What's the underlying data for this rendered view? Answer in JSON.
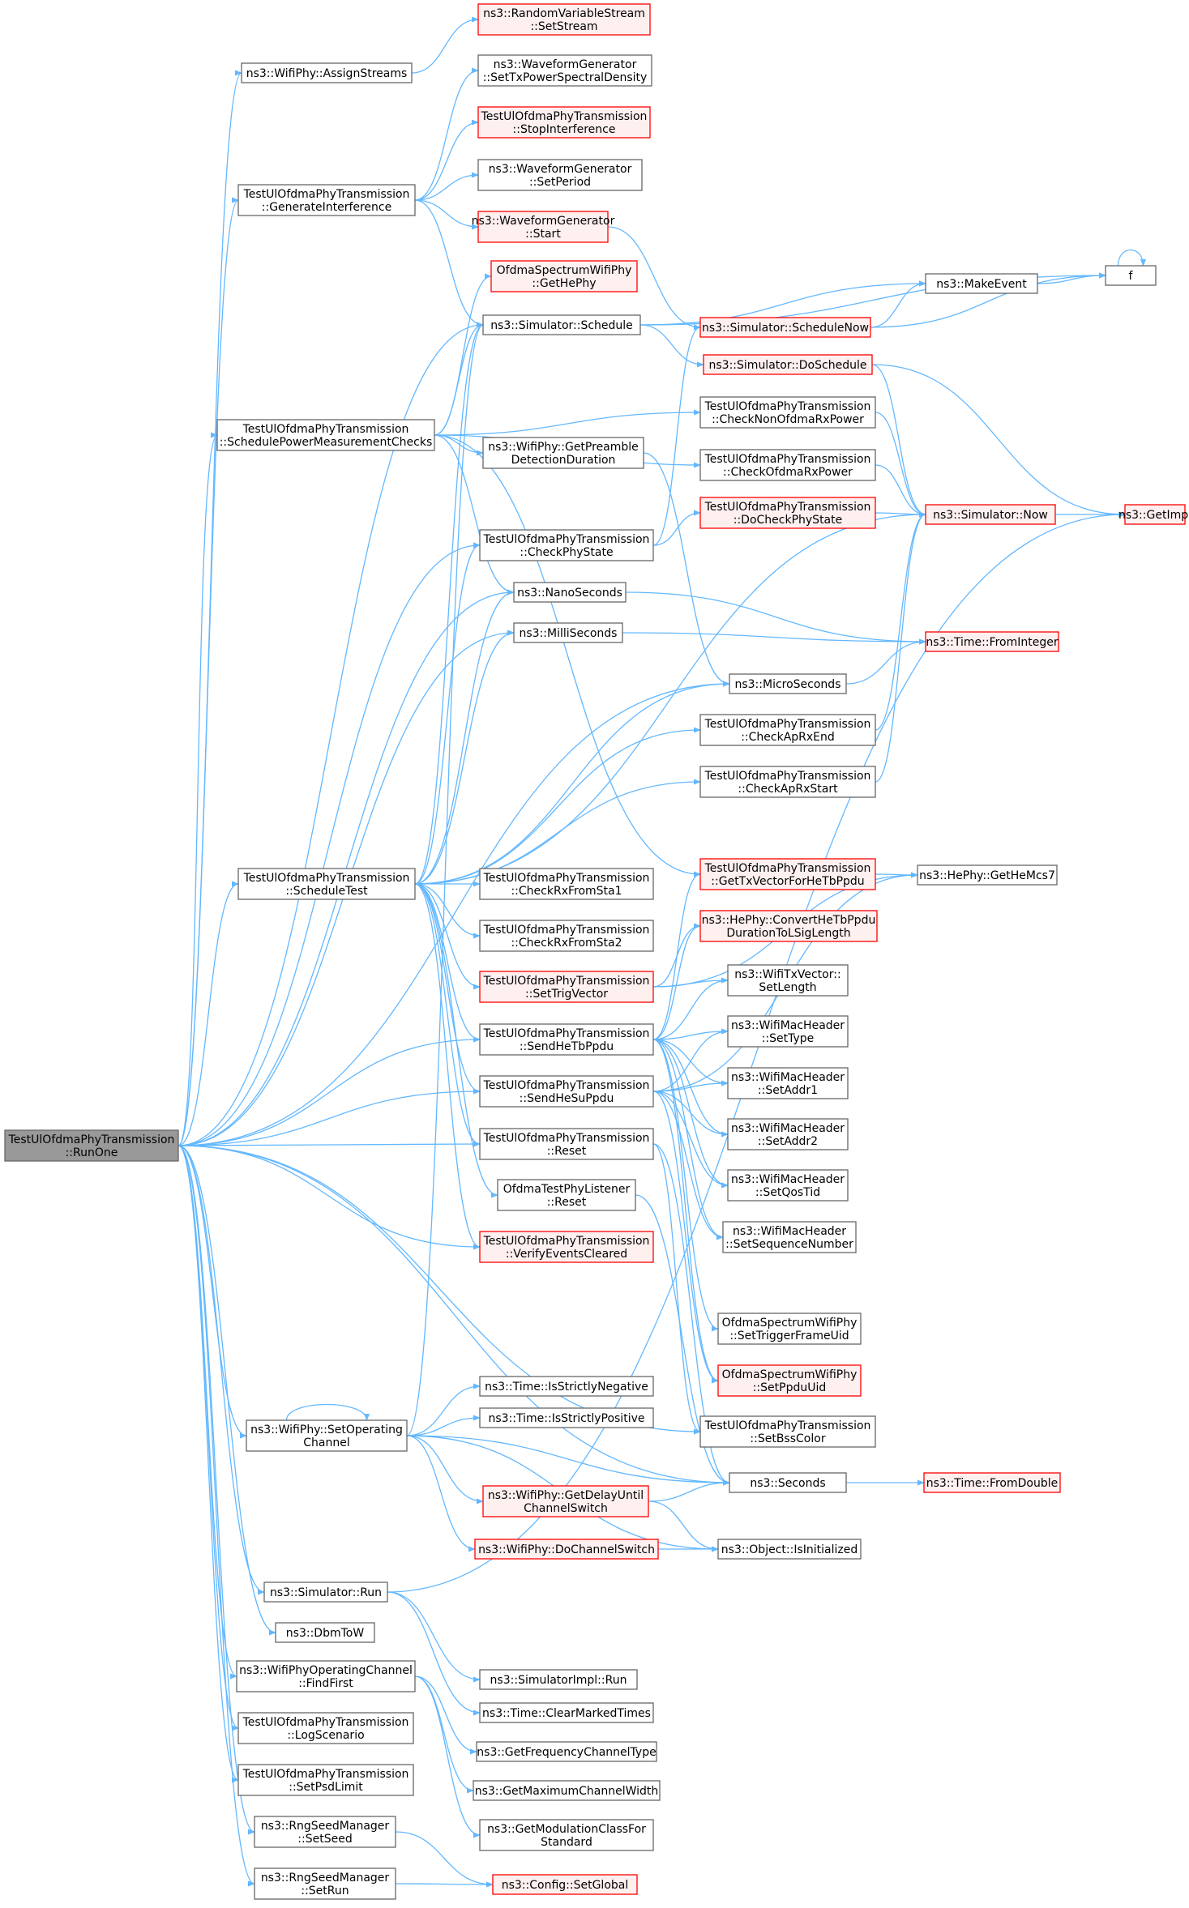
{
  "colors": {
    "edge": "#63b8ff",
    "node_border_normal": "#666666",
    "node_border_red": "#ff0000",
    "node_fill_normal": "#ffffff",
    "node_fill_red": "#fff0f0",
    "node_fill_root": "#999999",
    "text": "#000000"
  },
  "nodes": [
    {
      "id": "root",
      "lines": [
        "TestUlOfdmaPhyTransmission",
        "::RunOne"
      ],
      "style": "root"
    },
    {
      "id": "rvs",
      "lines": [
        "ns3::RandomVariableStream",
        "::SetStream"
      ],
      "style": "red"
    },
    {
      "id": "assign",
      "lines": [
        "ns3::WifiPhy::AssignStreams"
      ],
      "style": "normal"
    },
    {
      "id": "wgpsd",
      "lines": [
        "ns3::WaveformGenerator",
        "::SetTxPowerSpectralDensity"
      ],
      "style": "normal"
    },
    {
      "id": "stopint",
      "lines": [
        "TestUlOfdmaPhyTransmission",
        "::StopInterference"
      ],
      "style": "red"
    },
    {
      "id": "geninterf",
      "lines": [
        "TestUlOfdmaPhyTransmission",
        "::GenerateInterference"
      ],
      "style": "normal"
    },
    {
      "id": "wgperiod",
      "lines": [
        "ns3::WaveformGenerator",
        "::SetPeriod"
      ],
      "style": "normal"
    },
    {
      "id": "wgstart",
      "lines": [
        "ns3::WaveformGenerator",
        "::Start"
      ],
      "style": "red"
    },
    {
      "id": "gethephy",
      "lines": [
        "OfdmaSpectrumWifiPhy",
        "::GetHePhy"
      ],
      "style": "red"
    },
    {
      "id": "schedule",
      "lines": [
        "ns3::Simulator::Schedule"
      ],
      "style": "normal"
    },
    {
      "id": "makeevent",
      "lines": [
        "ns3::MakeEvent"
      ],
      "style": "normal"
    },
    {
      "id": "f",
      "lines": [
        "f"
      ],
      "style": "normal"
    },
    {
      "id": "schednow",
      "lines": [
        "ns3::Simulator::ScheduleNow"
      ],
      "style": "red"
    },
    {
      "id": "dosched",
      "lines": [
        "ns3::Simulator::DoSchedule"
      ],
      "style": "red"
    },
    {
      "id": "spmc",
      "lines": [
        "TestUlOfdmaPhyTransmission",
        "::SchedulePowerMeasurementChecks"
      ],
      "style": "normal"
    },
    {
      "id": "chknon",
      "lines": [
        "TestUlOfdmaPhyTransmission",
        "::CheckNonOfdmaRxPower"
      ],
      "style": "normal"
    },
    {
      "id": "getpre",
      "lines": [
        "ns3::WifiPhy::GetPreamble",
        "DetectionDuration"
      ],
      "style": "normal"
    },
    {
      "id": "chkofdma",
      "lines": [
        "TestUlOfdmaPhyTransmission",
        "::CheckOfdmaRxPower"
      ],
      "style": "normal"
    },
    {
      "id": "chkstate",
      "lines": [
        "TestUlOfdmaPhyTransmission",
        "::CheckPhyState"
      ],
      "style": "normal"
    },
    {
      "id": "docheck",
      "lines": [
        "TestUlOfdmaPhyTransmission",
        "::DoCheckPhyState"
      ],
      "style": "red"
    },
    {
      "id": "now",
      "lines": [
        "ns3::Simulator::Now"
      ],
      "style": "red"
    },
    {
      "id": "getimpl",
      "lines": [
        "ns3::GetImpl"
      ],
      "style": "red"
    },
    {
      "id": "nanos",
      "lines": [
        "ns3::NanoSeconds"
      ],
      "style": "normal"
    },
    {
      "id": "millis",
      "lines": [
        "ns3::MilliSeconds"
      ],
      "style": "normal"
    },
    {
      "id": "fromint",
      "lines": [
        "ns3::Time::FromInteger"
      ],
      "style": "red"
    },
    {
      "id": "micros",
      "lines": [
        "ns3::MicroSeconds"
      ],
      "style": "normal"
    },
    {
      "id": "apend",
      "lines": [
        "TestUlOfdmaPhyTransmission",
        "::CheckApRxEnd"
      ],
      "style": "normal"
    },
    {
      "id": "apstart",
      "lines": [
        "TestUlOfdmaPhyTransmission",
        "::CheckApRxStart"
      ],
      "style": "normal"
    },
    {
      "id": "schedtest",
      "lines": [
        "TestUlOfdmaPhyTransmission",
        "::ScheduleTest"
      ],
      "style": "normal"
    },
    {
      "id": "rxsta1",
      "lines": [
        "TestUlOfdmaPhyTransmission",
        "::CheckRxFromSta1"
      ],
      "style": "normal"
    },
    {
      "id": "gettx",
      "lines": [
        "TestUlOfdmaPhyTransmission",
        "::GetTxVectorForHeTbPpdu"
      ],
      "style": "red"
    },
    {
      "id": "hemcs7",
      "lines": [
        "ns3::HePhy::GetHeMcs7"
      ],
      "style": "normal"
    },
    {
      "id": "rxsta2",
      "lines": [
        "TestUlOfdmaPhyTransmission",
        "::CheckRxFromSta2"
      ],
      "style": "normal"
    },
    {
      "id": "convert",
      "lines": [
        "ns3::HePhy::ConvertHeTbPpdu",
        "DurationToLSigLength"
      ],
      "style": "red"
    },
    {
      "id": "settrig",
      "lines": [
        "TestUlOfdmaPhyTransmission",
        "::SetTrigVector"
      ],
      "style": "red"
    },
    {
      "id": "setlen",
      "lines": [
        "ns3::WifiTxVector::",
        "SetLength"
      ],
      "style": "normal"
    },
    {
      "id": "sendtb",
      "lines": [
        "TestUlOfdmaPhyTransmission",
        "::SendHeTbPpdu"
      ],
      "style": "normal"
    },
    {
      "id": "settype",
      "lines": [
        "ns3::WifiMacHeader",
        "::SetType"
      ],
      "style": "normal"
    },
    {
      "id": "setaddr1",
      "lines": [
        "ns3::WifiMacHeader",
        "::SetAddr1"
      ],
      "style": "normal"
    },
    {
      "id": "sendsu",
      "lines": [
        "TestUlOfdmaPhyTransmission",
        "::SendHeSuPpdu"
      ],
      "style": "normal"
    },
    {
      "id": "setaddr2",
      "lines": [
        "ns3::WifiMacHeader",
        "::SetAddr2"
      ],
      "style": "normal"
    },
    {
      "id": "reset",
      "lines": [
        "TestUlOfdmaPhyTransmission",
        "::Reset"
      ],
      "style": "normal"
    },
    {
      "id": "setqos",
      "lines": [
        "ns3::WifiMacHeader",
        "::SetQosTid"
      ],
      "style": "normal"
    },
    {
      "id": "listreset",
      "lines": [
        "OfdmaTestPhyListener",
        "::Reset"
      ],
      "style": "normal"
    },
    {
      "id": "setseq",
      "lines": [
        "ns3::WifiMacHeader",
        "::SetSequenceNumber"
      ],
      "style": "normal"
    },
    {
      "id": "verify",
      "lines": [
        "TestUlOfdmaPhyTransmission",
        "::VerifyEventsCleared"
      ],
      "style": "red"
    },
    {
      "id": "settfuid",
      "lines": [
        "OfdmaSpectrumWifiPhy",
        "::SetTriggerFrameUid"
      ],
      "style": "normal"
    },
    {
      "id": "setppdu",
      "lines": [
        "OfdmaSpectrumWifiPhy",
        "::SetPpduUid"
      ],
      "style": "red"
    },
    {
      "id": "isneg",
      "lines": [
        "ns3::Time::IsStrictlyNegative"
      ],
      "style": "normal"
    },
    {
      "id": "setbss",
      "lines": [
        "TestUlOfdmaPhyTransmission",
        "::SetBssColor"
      ],
      "style": "normal"
    },
    {
      "id": "setop",
      "lines": [
        "ns3::WifiPhy::SetOperating",
        "Channel"
      ],
      "style": "normal"
    },
    {
      "id": "ispos",
      "lines": [
        "ns3::Time::IsStrictlyPositive"
      ],
      "style": "normal"
    },
    {
      "id": "seconds",
      "lines": [
        "ns3::Seconds"
      ],
      "style": "normal"
    },
    {
      "id": "fromdbl",
      "lines": [
        "ns3::Time::FromDouble"
      ],
      "style": "red"
    },
    {
      "id": "getdelay",
      "lines": [
        "ns3::WifiPhy::GetDelayUntil",
        "ChannelSwitch"
      ],
      "style": "red"
    },
    {
      "id": "dochan",
      "lines": [
        "ns3::WifiPhy::DoChannelSwitch"
      ],
      "style": "red"
    },
    {
      "id": "isinit",
      "lines": [
        "ns3::Object::IsInitialized"
      ],
      "style": "normal"
    },
    {
      "id": "simrun",
      "lines": [
        "ns3::Simulator::Run"
      ],
      "style": "normal"
    },
    {
      "id": "implrun",
      "lines": [
        "ns3::SimulatorImpl::Run"
      ],
      "style": "normal"
    },
    {
      "id": "dbm",
      "lines": [
        "ns3::DbmToW"
      ],
      "style": "normal"
    },
    {
      "id": "clearmark",
      "lines": [
        "ns3::Time::ClearMarkedTimes"
      ],
      "style": "normal"
    },
    {
      "id": "findfirst",
      "lines": [
        "ns3::WifiPhyOperatingChannel",
        "::FindFirst"
      ],
      "style": "normal"
    },
    {
      "id": "getfreq",
      "lines": [
        "ns3::GetFrequencyChannelType"
      ],
      "style": "normal"
    },
    {
      "id": "logscen",
      "lines": [
        "TestUlOfdmaPhyTransmission",
        "::LogScenario"
      ],
      "style": "normal"
    },
    {
      "id": "getmaxcw",
      "lines": [
        "ns3::GetMaximumChannelWidth"
      ],
      "style": "normal"
    },
    {
      "id": "psdlimit",
      "lines": [
        "TestUlOfdmaPhyTransmission",
        "::SetPsdLimit"
      ],
      "style": "normal"
    },
    {
      "id": "getmod",
      "lines": [
        "ns3::GetModulationClassFor",
        "Standard"
      ],
      "style": "normal"
    },
    {
      "id": "setseed",
      "lines": [
        "ns3::RngSeedManager",
        "::SetSeed"
      ],
      "style": "normal"
    },
    {
      "id": "setglobal",
      "lines": [
        "ns3::Config::SetGlobal"
      ],
      "style": "red"
    },
    {
      "id": "setrun",
      "lines": [
        "ns3::RngSeedManager",
        "::SetRun"
      ],
      "style": "normal"
    }
  ],
  "edges": [
    [
      "root",
      "assign"
    ],
    [
      "root",
      "geninterf"
    ],
    [
      "root",
      "schedule"
    ],
    [
      "root",
      "spmc"
    ],
    [
      "root",
      "chkstate"
    ],
    [
      "root",
      "nanos"
    ],
    [
      "root",
      "millis"
    ],
    [
      "root",
      "micros"
    ],
    [
      "root",
      "schedtest"
    ],
    [
      "root",
      "sendtb"
    ],
    [
      "root",
      "sendsu"
    ],
    [
      "root",
      "reset"
    ],
    [
      "root",
      "verify"
    ],
    [
      "root",
      "setbss"
    ],
    [
      "root",
      "seconds"
    ],
    [
      "root",
      "setop"
    ],
    [
      "root",
      "simrun"
    ],
    [
      "root",
      "dbm"
    ],
    [
      "root",
      "findfirst"
    ],
    [
      "root",
      "logscen"
    ],
    [
      "root",
      "psdlimit"
    ],
    [
      "root",
      "setseed"
    ],
    [
      "root",
      "setrun"
    ],
    [
      "assign",
      "rvs"
    ],
    [
      "geninterf",
      "wgpsd"
    ],
    [
      "geninterf",
      "stopint"
    ],
    [
      "geninterf",
      "wgperiod"
    ],
    [
      "geninterf",
      "wgstart"
    ],
    [
      "geninterf",
      "schedule"
    ],
    [
      "wgstart",
      "schednow"
    ],
    [
      "schedule",
      "makeevent"
    ],
    [
      "schedule",
      "f"
    ],
    [
      "schedule",
      "dosched"
    ],
    [
      "makeevent",
      "f"
    ],
    [
      "f",
      "f"
    ],
    [
      "schednow",
      "makeevent"
    ],
    [
      "schednow",
      "f"
    ],
    [
      "dosched",
      "now"
    ],
    [
      "dosched",
      "getimpl"
    ],
    [
      "spmc",
      "gethephy"
    ],
    [
      "spmc",
      "schedule"
    ],
    [
      "spmc",
      "chknon"
    ],
    [
      "spmc",
      "getpre"
    ],
    [
      "spmc",
      "chkofdma"
    ],
    [
      "spmc",
      "nanos"
    ],
    [
      "spmc",
      "gettx"
    ],
    [
      "chknon",
      "now"
    ],
    [
      "chkofdma",
      "now"
    ],
    [
      "getpre",
      "micros"
    ],
    [
      "chkstate",
      "schednow"
    ],
    [
      "chkstate",
      "docheck"
    ],
    [
      "docheck",
      "now"
    ],
    [
      "now",
      "getimpl"
    ],
    [
      "nanos",
      "fromint"
    ],
    [
      "millis",
      "fromint"
    ],
    [
      "micros",
      "fromint"
    ],
    [
      "apend",
      "now"
    ],
    [
      "apstart",
      "now"
    ],
    [
      "schedtest",
      "schedule"
    ],
    [
      "schedtest",
      "chkstate"
    ],
    [
      "schedtest",
      "nanos"
    ],
    [
      "schedtest",
      "millis"
    ],
    [
      "schedtest",
      "micros"
    ],
    [
      "schedtest",
      "apend"
    ],
    [
      "schedtest",
      "apstart"
    ],
    [
      "schedtest",
      "now"
    ],
    [
      "schedtest",
      "rxsta1"
    ],
    [
      "schedtest",
      "rxsta2"
    ],
    [
      "schedtest",
      "settrig"
    ],
    [
      "schedtest",
      "sendtb"
    ],
    [
      "schedtest",
      "sendsu"
    ],
    [
      "schedtest",
      "reset"
    ],
    [
      "schedtest",
      "listreset"
    ],
    [
      "schedtest",
      "verify"
    ],
    [
      "gettx",
      "hemcs7"
    ],
    [
      "settrig",
      "hemcs7"
    ],
    [
      "settrig",
      "convert"
    ],
    [
      "settrig",
      "setlen"
    ],
    [
      "sendtb",
      "gettx"
    ],
    [
      "sendtb",
      "convert"
    ],
    [
      "sendtb",
      "setlen"
    ],
    [
      "sendtb",
      "settype"
    ],
    [
      "sendtb",
      "setaddr1"
    ],
    [
      "sendtb",
      "setaddr2"
    ],
    [
      "sendtb",
      "setqos"
    ],
    [
      "sendtb",
      "setseq"
    ],
    [
      "sendtb",
      "settfuid"
    ],
    [
      "sendtb",
      "setppdu"
    ],
    [
      "sendsu",
      "settype"
    ],
    [
      "sendsu",
      "setaddr1"
    ],
    [
      "sendsu",
      "setaddr2"
    ],
    [
      "sendsu",
      "setqos"
    ],
    [
      "sendsu",
      "setseq"
    ],
    [
      "sendsu",
      "setppdu"
    ],
    [
      "sendsu",
      "hemcs7"
    ],
    [
      "reset",
      "setbss"
    ],
    [
      "reset",
      "seconds"
    ],
    [
      "listreset",
      "seconds"
    ],
    [
      "setop",
      "setop"
    ],
    [
      "setop",
      "schedule"
    ],
    [
      "setop",
      "isneg"
    ],
    [
      "setop",
      "ispos"
    ],
    [
      "setop",
      "seconds"
    ],
    [
      "setop",
      "getdelay"
    ],
    [
      "setop",
      "dochan"
    ],
    [
      "setop",
      "isinit"
    ],
    [
      "seconds",
      "fromdbl"
    ],
    [
      "getdelay",
      "seconds"
    ],
    [
      "getdelay",
      "isinit"
    ],
    [
      "dochan",
      "isinit"
    ],
    [
      "simrun",
      "getimpl"
    ],
    [
      "simrun",
      "implrun"
    ],
    [
      "simrun",
      "clearmark"
    ],
    [
      "findfirst",
      "getfreq"
    ],
    [
      "findfirst",
      "getmaxcw"
    ],
    [
      "findfirst",
      "getmod"
    ],
    [
      "setseed",
      "setglobal"
    ],
    [
      "setrun",
      "setglobal"
    ]
  ]
}
